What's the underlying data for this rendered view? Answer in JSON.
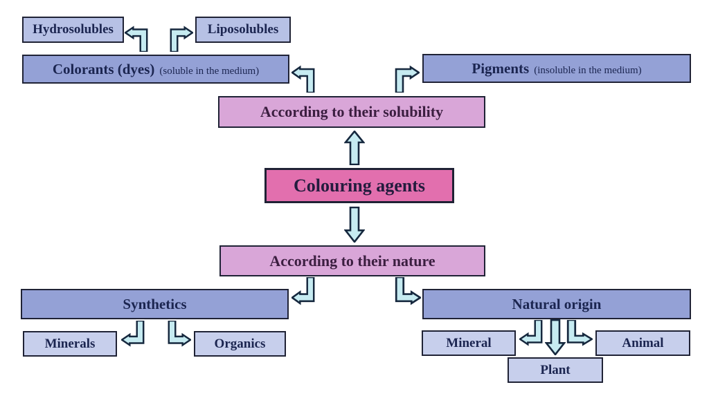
{
  "nodes": {
    "colouring_agents": {
      "label": "Colouring agents"
    },
    "according_solubility": {
      "label": "According to their solubility"
    },
    "colorants": {
      "label": "Colorants (dyes)",
      "note": "(soluble in the medium)"
    },
    "pigments": {
      "label": "Pigments",
      "note": "(insoluble in the medium)"
    },
    "hydrosolubles": {
      "label": "Hydrosolubles"
    },
    "liposolubles": {
      "label": "Liposolubles"
    },
    "according_nature": {
      "label": "According to their nature"
    },
    "synthetics": {
      "label": "Synthetics"
    },
    "minerals": {
      "label": "Minerals"
    },
    "organics": {
      "label": "Organics"
    },
    "natural_origin": {
      "label": "Natural origin"
    },
    "mineral": {
      "label": "Mineral"
    },
    "plant": {
      "label": "Plant"
    },
    "animal": {
      "label": "Animal"
    }
  },
  "edges": [
    {
      "from": "colouring_agents",
      "to": "according_solubility"
    },
    {
      "from": "colouring_agents",
      "to": "according_nature"
    },
    {
      "from": "according_solubility",
      "to": "colorants"
    },
    {
      "from": "according_solubility",
      "to": "pigments"
    },
    {
      "from": "colorants",
      "to": "hydrosolubles"
    },
    {
      "from": "colorants",
      "to": "liposolubles"
    },
    {
      "from": "according_nature",
      "to": "synthetics"
    },
    {
      "from": "according_nature",
      "to": "natural_origin"
    },
    {
      "from": "synthetics",
      "to": "minerals"
    },
    {
      "from": "synthetics",
      "to": "organics"
    },
    {
      "from": "natural_origin",
      "to": "mineral"
    },
    {
      "from": "natural_origin",
      "to": "plant"
    },
    {
      "from": "natural_origin",
      "to": "animal"
    }
  ],
  "colors": {
    "bg": "#ffffff",
    "box-magenta": "#e26fae",
    "box-pink": "#d9a6d8",
    "box-blue": "#94a1d6",
    "box-lavender": "#b7c1e5",
    "box-lavender-light": "#c7cfec",
    "box-border": "#1f2235",
    "arrow-fill": "#c6ebf1",
    "arrow-stroke": "#16283e",
    "text-navy": "#1b2550",
    "text-plum": "#3b1e40",
    "text-dark": "#241c3e"
  }
}
